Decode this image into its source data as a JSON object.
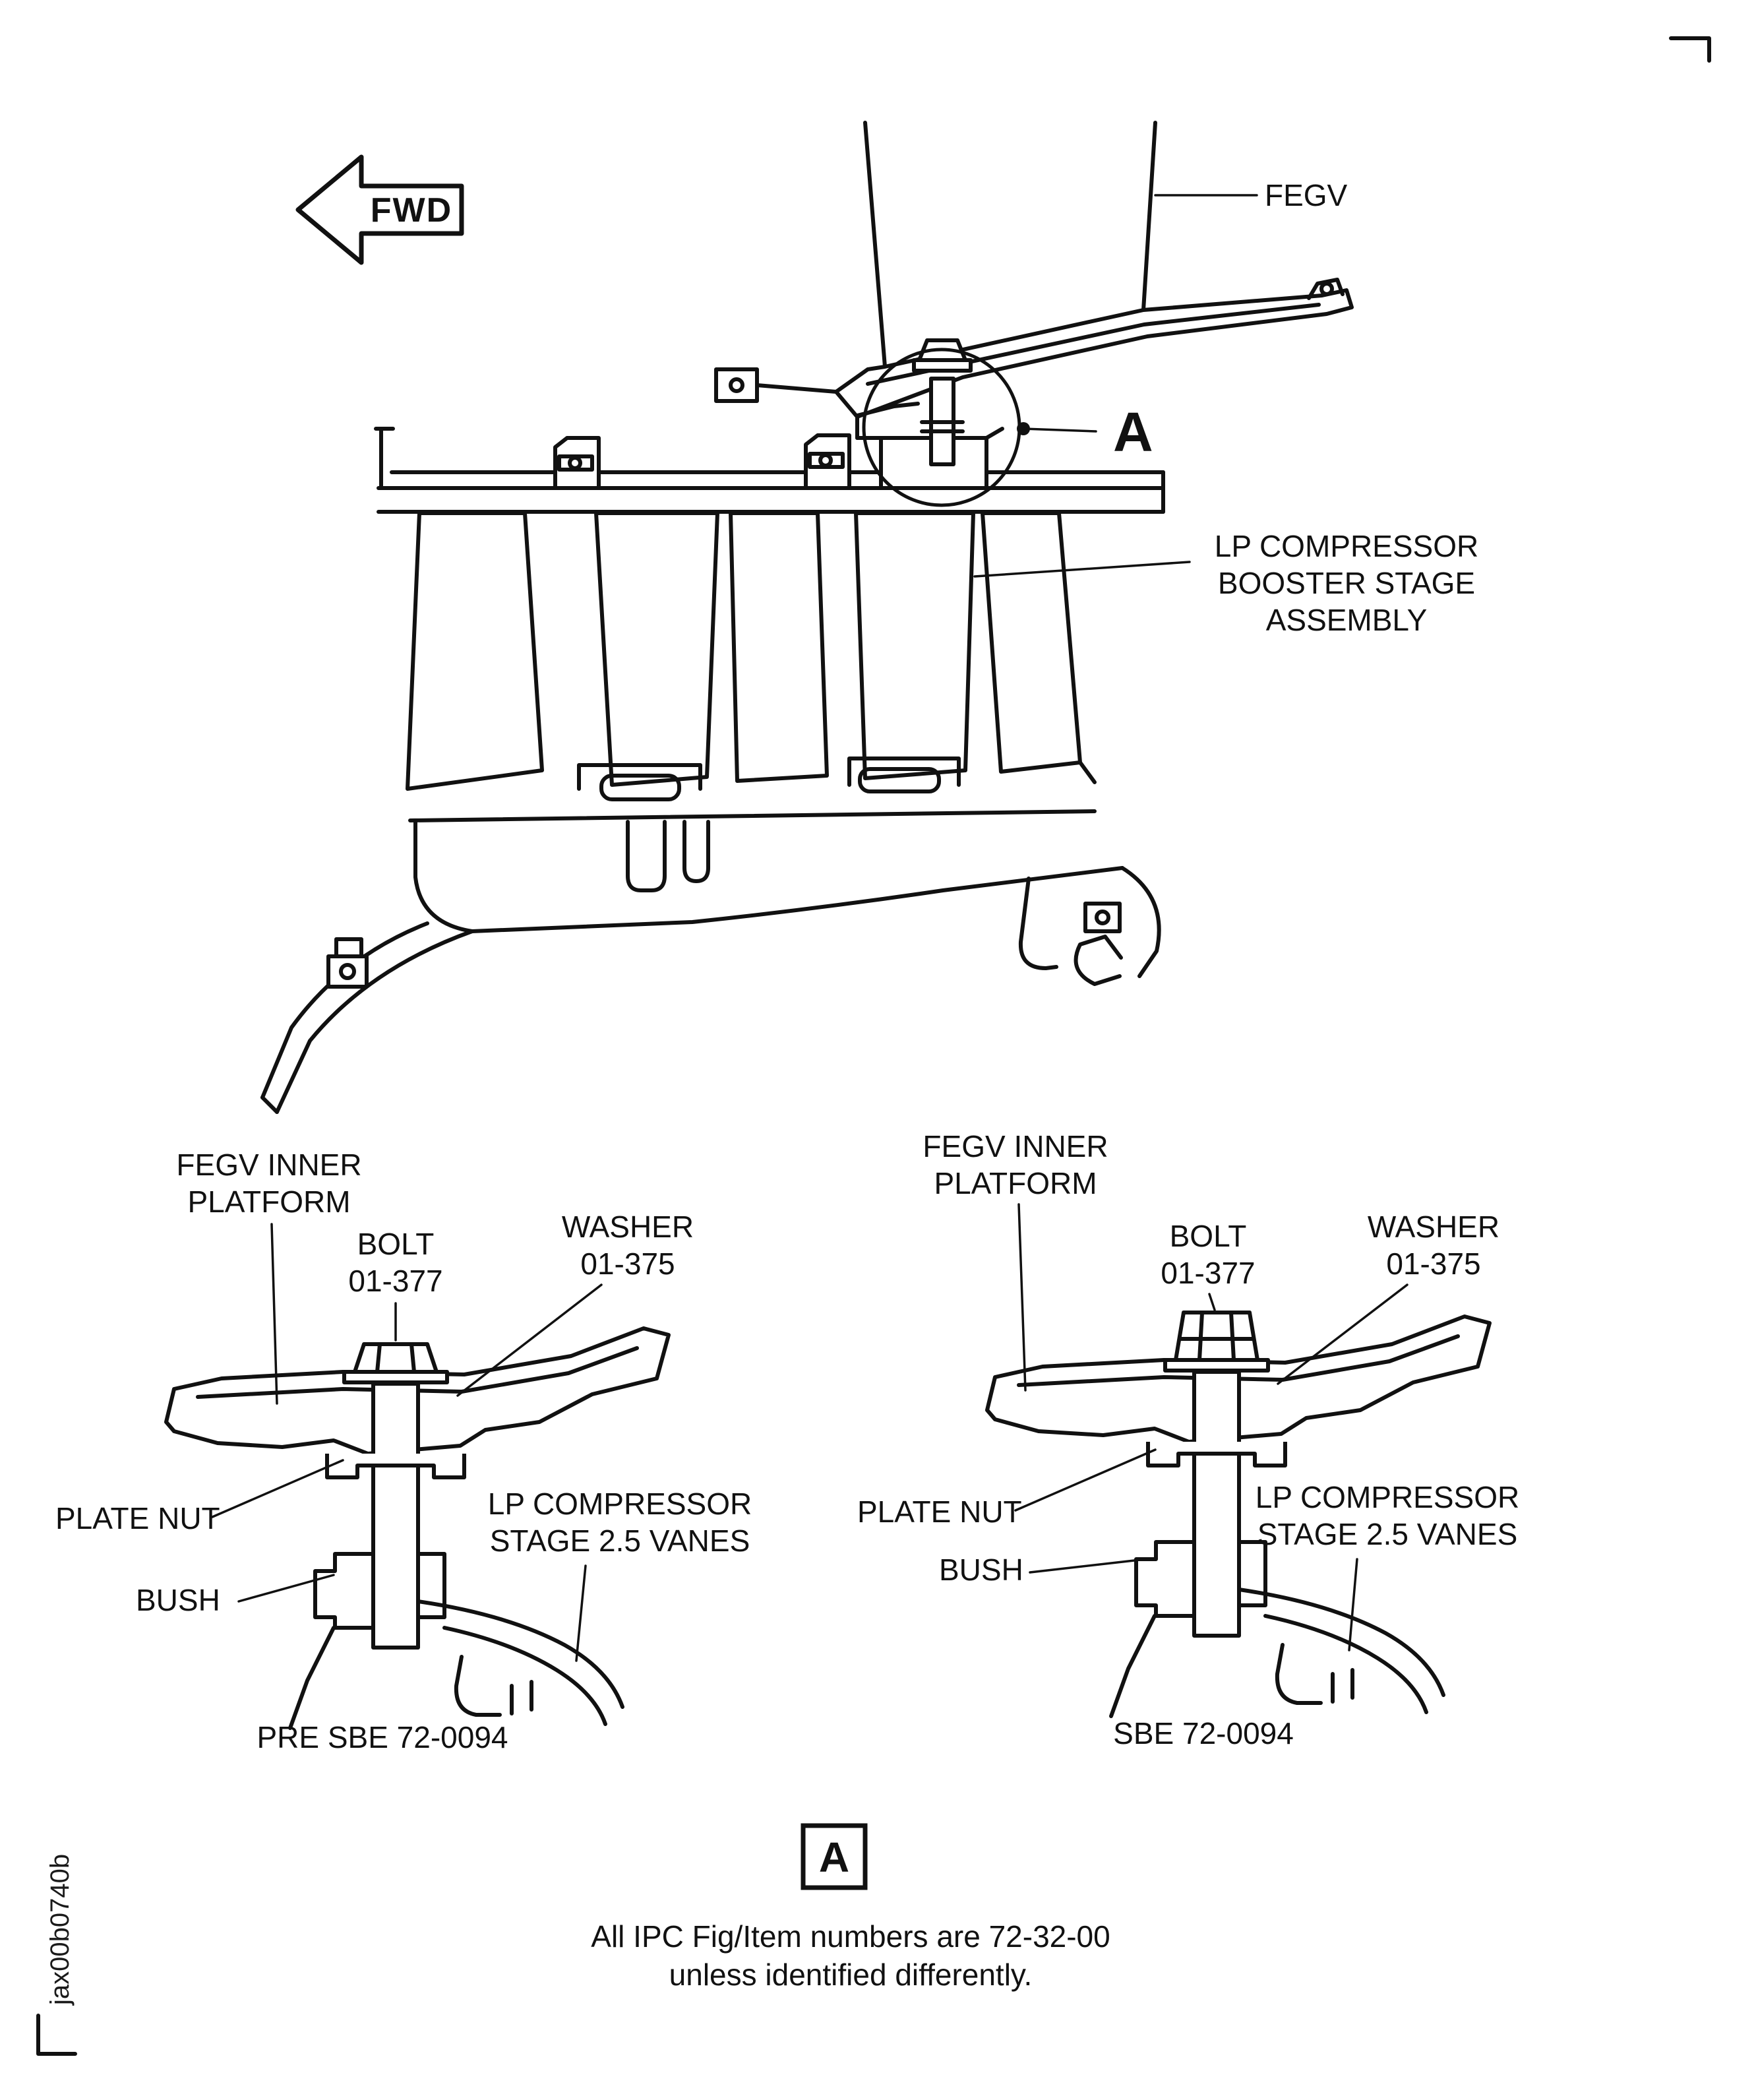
{
  "page": {
    "doc_code": "jax00b0740b"
  },
  "main_figure": {
    "fwd_label": "FWD",
    "fegv_label": "FEGV",
    "detail_marker": "A",
    "booster_line1": "LP COMPRESSOR",
    "booster_line2": "BOOSTER STAGE",
    "booster_line3": "ASSEMBLY"
  },
  "detail_pre": {
    "platform_line1": "FEGV INNER",
    "platform_line2": "PLATFORM",
    "bolt_line1": "BOLT",
    "bolt_line2": "01-377",
    "washer_line1": "WASHER",
    "washer_line2": "01-375",
    "plate_nut_label": "PLATE NUT",
    "vanes_line1": "LP COMPRESSOR",
    "vanes_line2": "STAGE 2.5 VANES",
    "bush_label": "BUSH",
    "caption": "PRE SBE 72-0094"
  },
  "detail_sbe": {
    "platform_line1": "FEGV INNER",
    "platform_line2": "PLATFORM",
    "bolt_line1": "BOLT",
    "bolt_line2": "01-377",
    "washer_line1": "WASHER",
    "washer_line2": "01-375",
    "plate_nut_label": "PLATE NUT",
    "vanes_line1": "LP COMPRESSOR",
    "vanes_line2": "STAGE 2.5 VANES",
    "bush_label": "BUSH",
    "caption": "SBE 72-0094"
  },
  "footer": {
    "detail_box_label": "A",
    "note_line1": "All IPC Fig/Item numbers are 72-32-00",
    "note_line2": "unless identified differently."
  },
  "style": {
    "ink": "#111111",
    "background": "#ffffff"
  }
}
